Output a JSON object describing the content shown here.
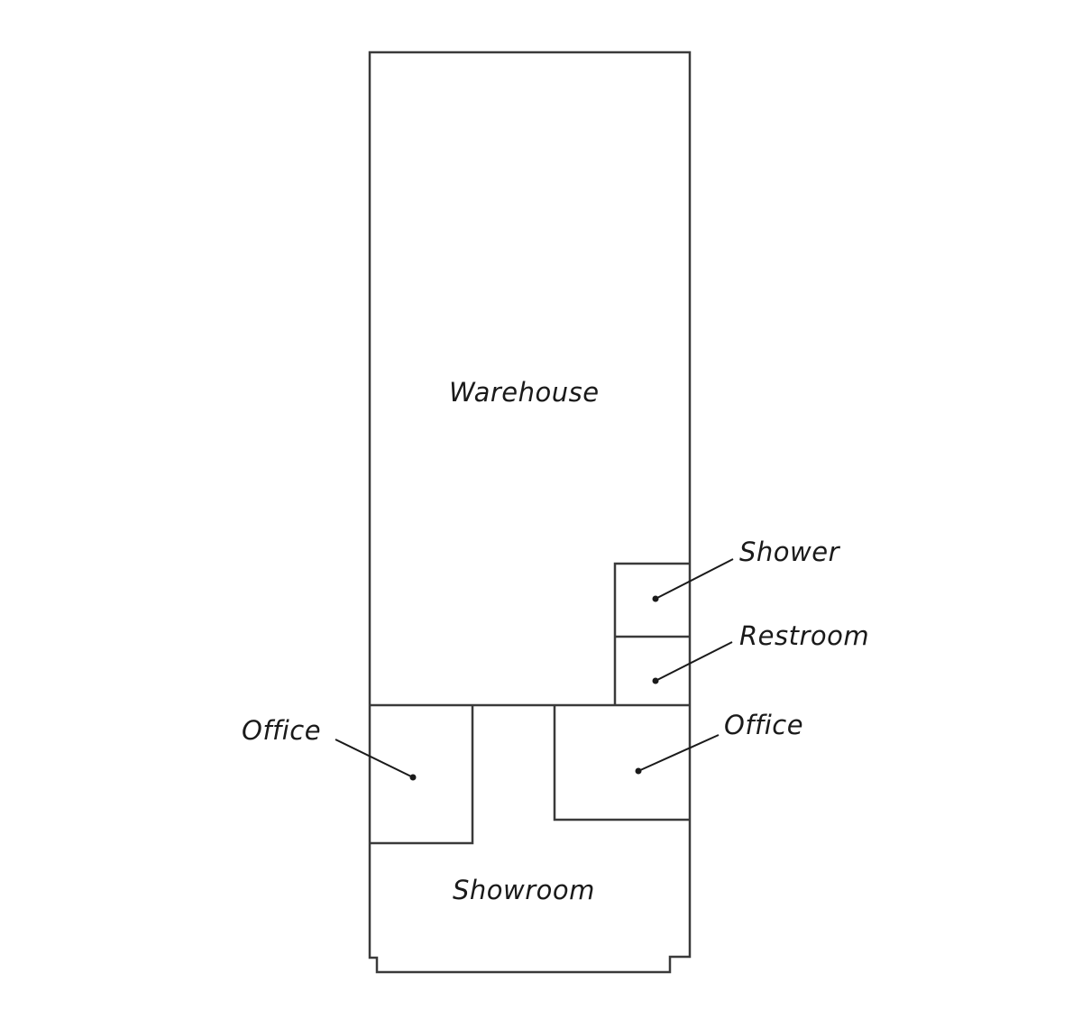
{
  "rooms": {
    "warehouse": "Warehouse",
    "shower": "Shower",
    "restroom": "Restroom",
    "office_left": "Office",
    "office_right": "Office",
    "showroom": "Showroom"
  },
  "colors": {
    "wall": "#3a3a3a",
    "background": "#ffffff"
  }
}
